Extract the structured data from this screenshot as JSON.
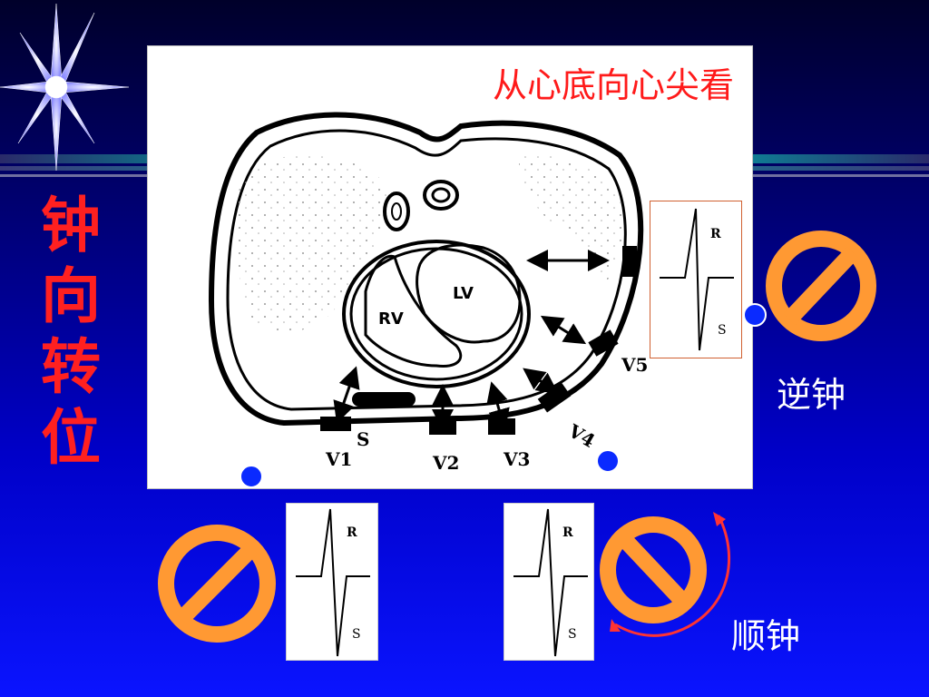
{
  "slide": {
    "side_title": [
      "钟",
      "向",
      "转",
      "位"
    ],
    "panel_title": "从心底向心尖看",
    "counterclockwise_label": "逆钟",
    "clockwise_label": "顺钟"
  },
  "diagram": {
    "labels": {
      "lv": "LV",
      "rv": "RV",
      "s": "S",
      "leads": [
        "V1",
        "V2",
        "V3",
        "V4",
        "V5"
      ]
    }
  },
  "ecg": {
    "r_label": "R",
    "s_label": "S"
  },
  "colors": {
    "title_red": "#ff2020",
    "forbid_orange": "#ff9933",
    "arrow_red": "#ff3333",
    "dot_blue": "#0a2aff"
  }
}
